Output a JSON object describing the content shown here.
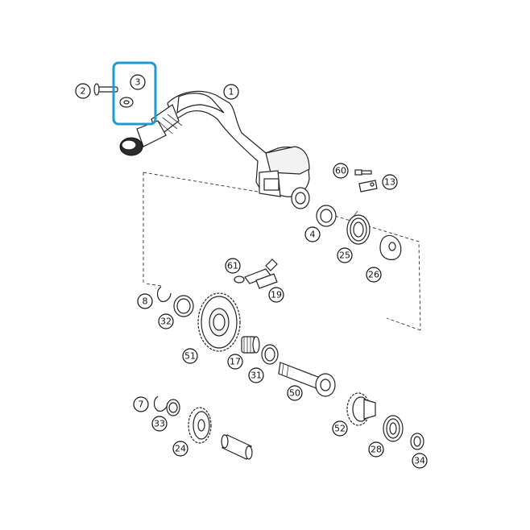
{
  "highlight": {
    "color": "#1e9bd0",
    "target": "3"
  },
  "callouts": [
    "1",
    "2",
    "3",
    "4",
    "7",
    "8",
    "13",
    "17",
    "19",
    "24",
    "25",
    "26",
    "28",
    "31",
    "32",
    "33",
    "34",
    "50",
    "51",
    "52",
    "60",
    "61"
  ]
}
